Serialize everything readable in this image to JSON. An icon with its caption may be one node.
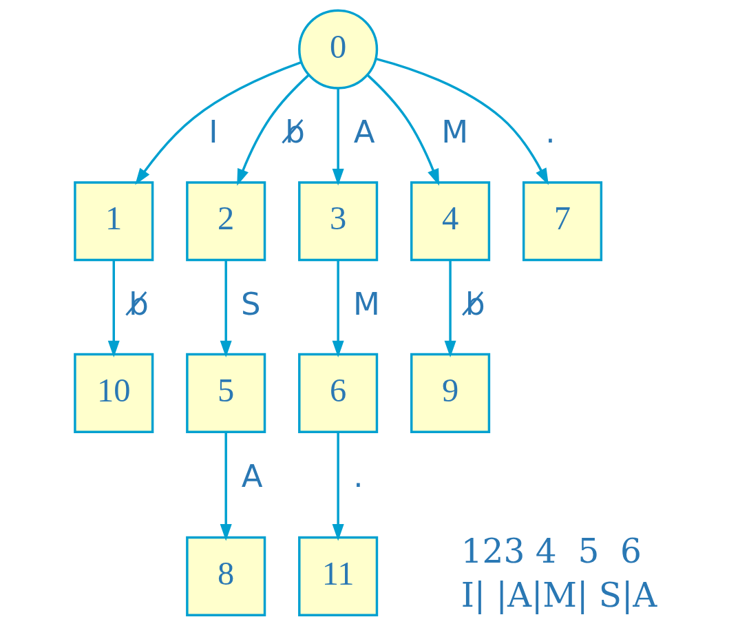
{
  "diagram": {
    "nodes": [
      {
        "text": [
          "0"
        ]
      },
      {
        "text": [
          "1"
        ]
      },
      {
        "text": [
          "2"
        ]
      },
      {
        "text": [
          "3"
        ]
      },
      {
        "text": [
          "4"
        ]
      },
      {
        "text": [
          "5"
        ]
      },
      {
        "text": [
          "6"
        ]
      },
      {
        "text": [
          "7"
        ]
      },
      {
        "text": [
          "8"
        ]
      },
      {
        "text": [
          "9"
        ]
      },
      {
        "text": [
          "10"
        ]
      },
      {
        "text": [
          "11"
        ]
      }
    ],
    "edges": [
      {
        "from": 0,
        "to": 1,
        "arrow": "to",
        "label": "I"
      },
      {
        "from": 0,
        "to": 2,
        "arrow": "to",
        "label": "b̸"
      },
      {
        "from": 0,
        "to": 3,
        "arrow": "to",
        "label": "A"
      },
      {
        "from": 0,
        "to": 4,
        "arrow": "to",
        "label": "M"
      },
      {
        "from": 0,
        "to": 7,
        "arrow": "to",
        "label": "."
      },
      {
        "from": 1,
        "to": 10,
        "arrow": "to",
        "label": "b̸"
      },
      {
        "from": 2,
        "to": 5,
        "arrow": "to",
        "label": "S"
      },
      {
        "from": 3,
        "to": 6,
        "arrow": "to",
        "label": "M"
      },
      {
        "from": 4,
        "to": 9,
        "arrow": "to",
        "label": "b̸"
      },
      {
        "from": 5,
        "to": 8,
        "arrow": "to",
        "label": "A"
      },
      {
        "from": 6,
        "to": 11,
        "arrow": "to",
        "label": "."
      }
    ],
    "labels": [
      "123 4  5  6",
      "I| |A|M| S|A"
    ]
  }
}
